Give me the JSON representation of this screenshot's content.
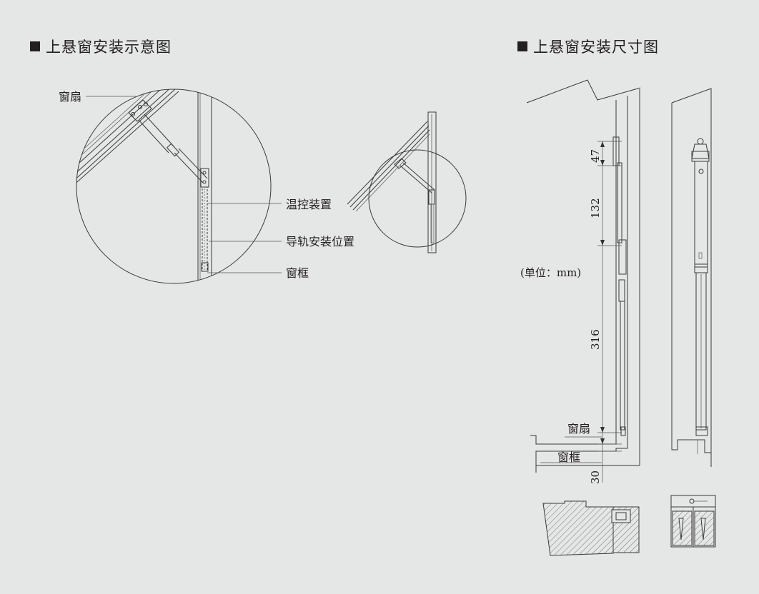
{
  "left_title": "上悬窗安装示意图",
  "right_title": "上悬窗安装尺寸图",
  "callouts": {
    "sash": "窗扇",
    "thermo_device": "温控装置",
    "rail_position": "导轨安装位置",
    "frame": "窗框"
  },
  "dimensions": {
    "d1": "47",
    "d2": "132",
    "d3": "316",
    "d4": "30",
    "unit": "(单位：mm)",
    "sash_label": "窗扇",
    "frame_label": "窗框"
  },
  "colors": {
    "background": "#e5e6e6",
    "ink": "#231f20"
  }
}
